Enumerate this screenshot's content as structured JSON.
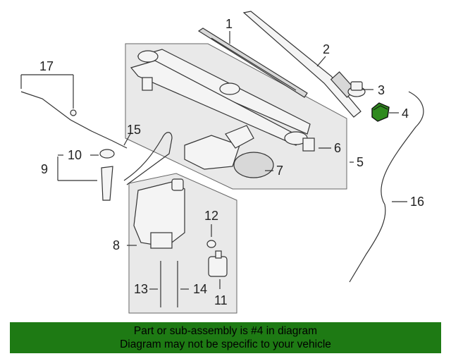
{
  "diagram": {
    "callouts": [
      "1",
      "2",
      "3",
      "4",
      "5",
      "6",
      "7",
      "8",
      "9",
      "10",
      "11",
      "12",
      "13",
      "14",
      "15",
      "16",
      "17"
    ],
    "highlight_color": "#2f8a1e"
  },
  "footer": {
    "line1": "Part or sub-assembly is #4 in diagram",
    "line2": "Diagram may not be specific to your vehicle",
    "background": "#1e7a14"
  }
}
